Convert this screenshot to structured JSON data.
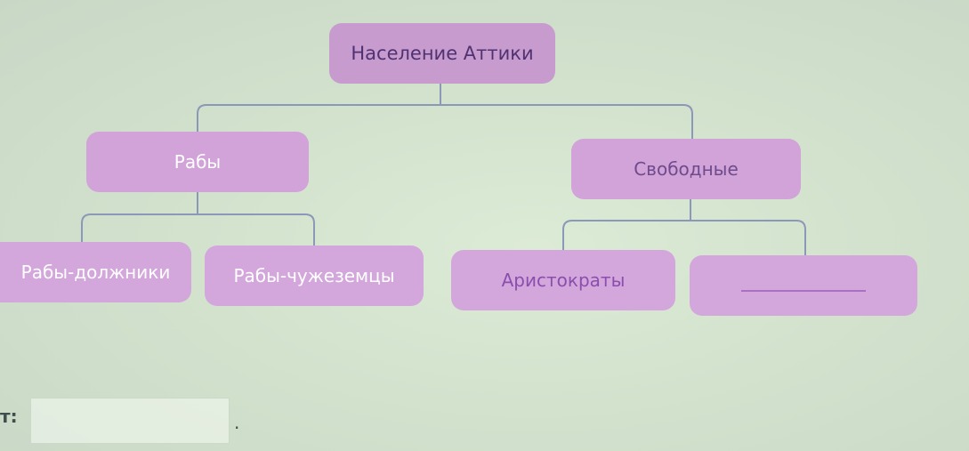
{
  "diagram": {
    "root": "Население Аттики",
    "slaves": "Рабы",
    "free": "Свободные",
    "slave_debtors": "Рабы-должники",
    "slave_foreigners": "Рабы-чужеземцы",
    "aristocrats": "Аристократы",
    "blank": ""
  },
  "answer": {
    "label": "т:",
    "value": "",
    "period": "."
  },
  "colors": {
    "node_fill": "#d2a3d9",
    "root_fill": "#c89bcf",
    "connector": "#8c98b8",
    "background": "#d4e4cf"
  }
}
